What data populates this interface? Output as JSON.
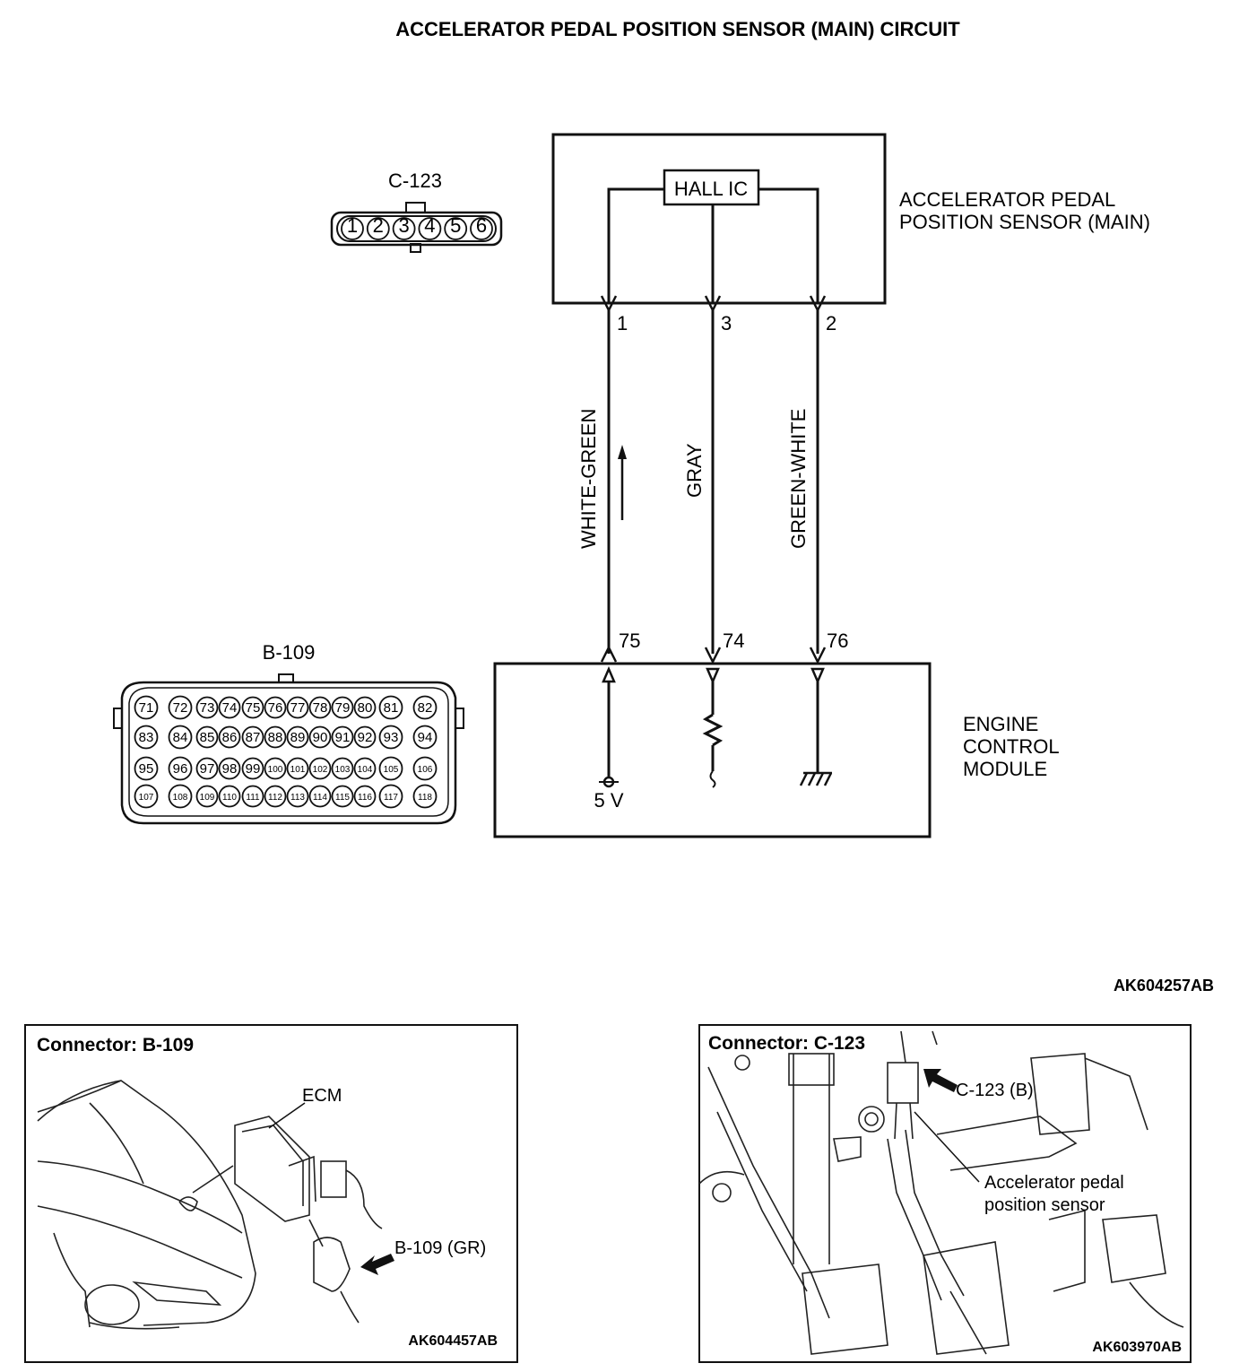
{
  "title": "ACCELERATOR PEDAL POSITION SENSOR (MAIN) CIRCUIT",
  "sensor": {
    "label_line1": "ACCELERATOR PEDAL",
    "label_line2": "POSITION SENSOR (MAIN)",
    "ic": "HALL IC"
  },
  "connector_c123": {
    "name": "C-123",
    "pins": [
      "1",
      "2",
      "3",
      "4",
      "5",
      "6"
    ]
  },
  "connector_b109": {
    "name": "B-109",
    "rows": [
      [
        "71",
        "72",
        "73",
        "74",
        "75",
        "76",
        "77",
        "78",
        "79",
        "80",
        "81",
        "82"
      ],
      [
        "83",
        "84",
        "85",
        "86",
        "87",
        "88",
        "89",
        "90",
        "91",
        "92",
        "93",
        "94"
      ],
      [
        "95",
        "96",
        "97",
        "98",
        "99",
        "100",
        "101",
        "102",
        "103",
        "104",
        "105",
        "106"
      ],
      [
        "107",
        "108",
        "109",
        "110",
        "111",
        "112",
        "113",
        "114",
        "115",
        "116",
        "117",
        "118"
      ]
    ]
  },
  "wires": [
    {
      "sensor_pin": "1",
      "color": "WHITE-GREEN",
      "ecm_pin": "75"
    },
    {
      "sensor_pin": "3",
      "color": "GRAY",
      "ecm_pin": "74"
    },
    {
      "sensor_pin": "2",
      "color": "GREEN-WHITE",
      "ecm_pin": "76"
    }
  ],
  "ecm": {
    "line1": "ENGINE",
    "line2": "CONTROL",
    "line3": "MODULE",
    "supply": "5 V"
  },
  "diagram_code": "AK604257AB",
  "panel_left": {
    "heading": "Connector: B-109",
    "ecm_label": "ECM",
    "connector_label": "B-109 (GR)",
    "code": "AK604457AB"
  },
  "panel_right": {
    "heading": "Connector: C-123",
    "connector_label": "C-123 (B)",
    "sensor_line1": "Accelerator pedal",
    "sensor_line2": "position sensor",
    "code": "AK603970AB"
  },
  "icons": [
    "arrow-up-icon",
    "resistor-icon",
    "ground-icon",
    "pointer-arrow-icon"
  ]
}
